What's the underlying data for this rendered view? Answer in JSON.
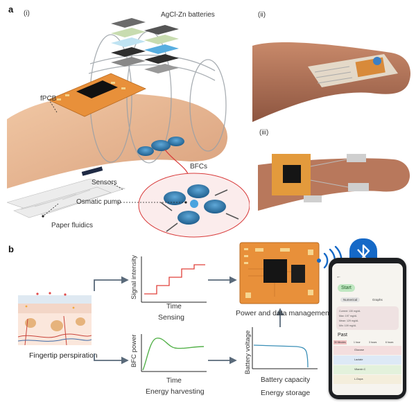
{
  "panel_a": {
    "letter": "a",
    "sub_i": "(i)",
    "sub_ii": "(ii)",
    "sub_iii": "(iii)",
    "labels": {
      "batteries": "AgCl-Zn batteries",
      "fpcb": "fPCB",
      "bfcs": "BFCs",
      "sensors": "Sensors",
      "pump": "Osmatic pump",
      "paper": "Paper fluidics"
    }
  },
  "panel_b": {
    "letter": "b",
    "perspiration": "Fingertip perspiration",
    "sensing_ylabel": "Signal intensity",
    "sensing_xlabel": "Time",
    "sensing_caption": "Sensing",
    "harvest_ylabel": "BFC power",
    "harvest_xlabel": "Time",
    "harvest_caption": "Energy harvesting",
    "power_caption": "Power and data management",
    "storage_ylabel": "Battery voltage",
    "storage_xlabel": "Battery capacity",
    "storage_caption": "Energy storage"
  },
  "phone": {
    "start": "Start",
    "tab_numerical": "Numerical",
    "tab_graphs": "Graphs",
    "current": "Current: 130 mg/dL",
    "max": "Max: 197 mg/dL",
    "mean": "Mean: 129 mg/dL",
    "min": "Min: 109 mg/dL",
    "past": "Past",
    "ranges": [
      "30 Minutes",
      "1 hour",
      "3 hours",
      "6 hours"
    ],
    "rows": [
      "Glucose",
      "Lactate",
      "Vitamin C",
      "L-Dopa"
    ]
  },
  "colors": {
    "pcb_orange": "#e8903a",
    "step_red": "#e0403a",
    "harvest_green": "#54b14a",
    "storage_blue": "#3a8fb7",
    "bluetooth_blue": "#1569c7"
  }
}
